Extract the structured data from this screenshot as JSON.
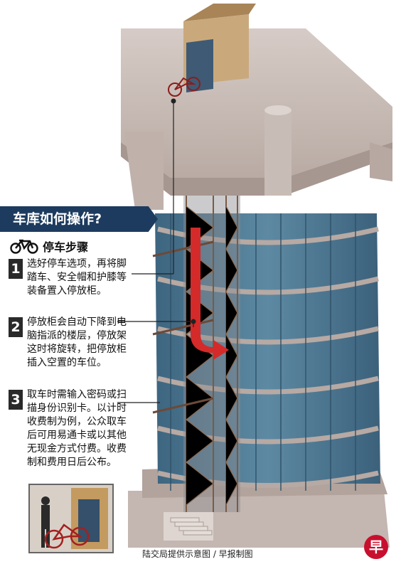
{
  "title": "车库如何操作?",
  "steps_header": {
    "icon": "bicycle-icon",
    "label": "停车步骤"
  },
  "steps": [
    {
      "number": "1",
      "text": "选好停车选项，再将脚踏车、安全帽和护膝等装备置入停放柜。"
    },
    {
      "number": "2",
      "text": "停放柜会自动下降到电脑指派的楼层，停放架这时将旋转，把停放柜插入空置的车位。"
    },
    {
      "number": "3",
      "text": "取车时需输入密码或扫描身份识别卡。以计时收费制为例，公众取车后可用易通卡或以其他无现金方式付费。收费制和费用日后公布。"
    }
  ],
  "credit": "陆交局提供示意图 / 早报制图",
  "logo": "早",
  "colors": {
    "banner": "#1d3b5e",
    "concrete": "#c9bcb6",
    "glass": "#4c7690",
    "arrow": "#d42a2a",
    "step_badge": "#2a2a2a",
    "logo": "#c8102e"
  }
}
